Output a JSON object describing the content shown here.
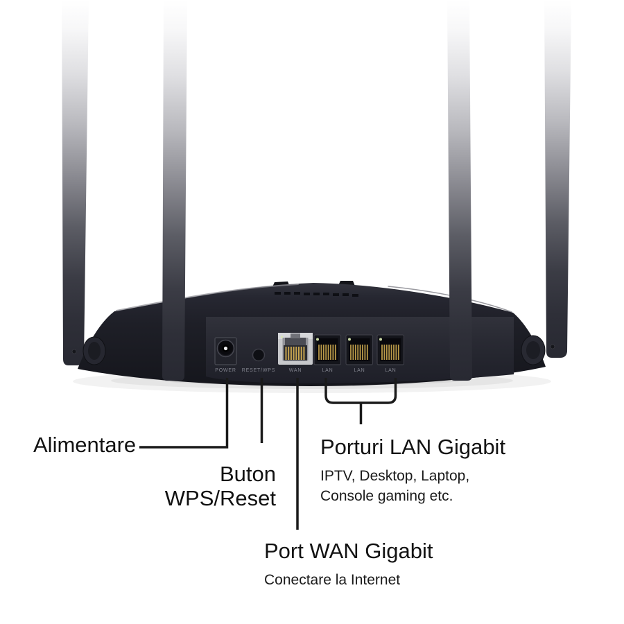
{
  "page": {
    "background": "#ffffff",
    "description": "Back view of a black dual-band WiFi router with four antennas and annotated rear ports"
  },
  "device": {
    "port_labels": [
      "POWER",
      "RESET/WPS",
      "WAN",
      "LAN",
      "LAN",
      "LAN"
    ]
  },
  "callouts": {
    "power": {
      "label": "Alimentare"
    },
    "wps": {
      "line1": "Buton",
      "line2": "WPS/Reset"
    },
    "lan": {
      "title": "Porturi LAN Gigabit",
      "desc1": "IPTV, Desktop, Laptop,",
      "desc2": "Console gaming etc."
    },
    "wan": {
      "title": "Port WAN Gigabit",
      "desc": "Conectare la Internet"
    }
  },
  "colors": {
    "callout_text": "#121212",
    "callout_line": "#1a1a1a",
    "router_body": "#1e1f27",
    "antenna_dark": "#2a2b33",
    "rear_panel": "#2a2b34",
    "wan_port_housing": "#c7c8cb",
    "gold_pins": "#c2a152",
    "led_green": "#c9d9a4",
    "port_label_text": "#83858f"
  }
}
